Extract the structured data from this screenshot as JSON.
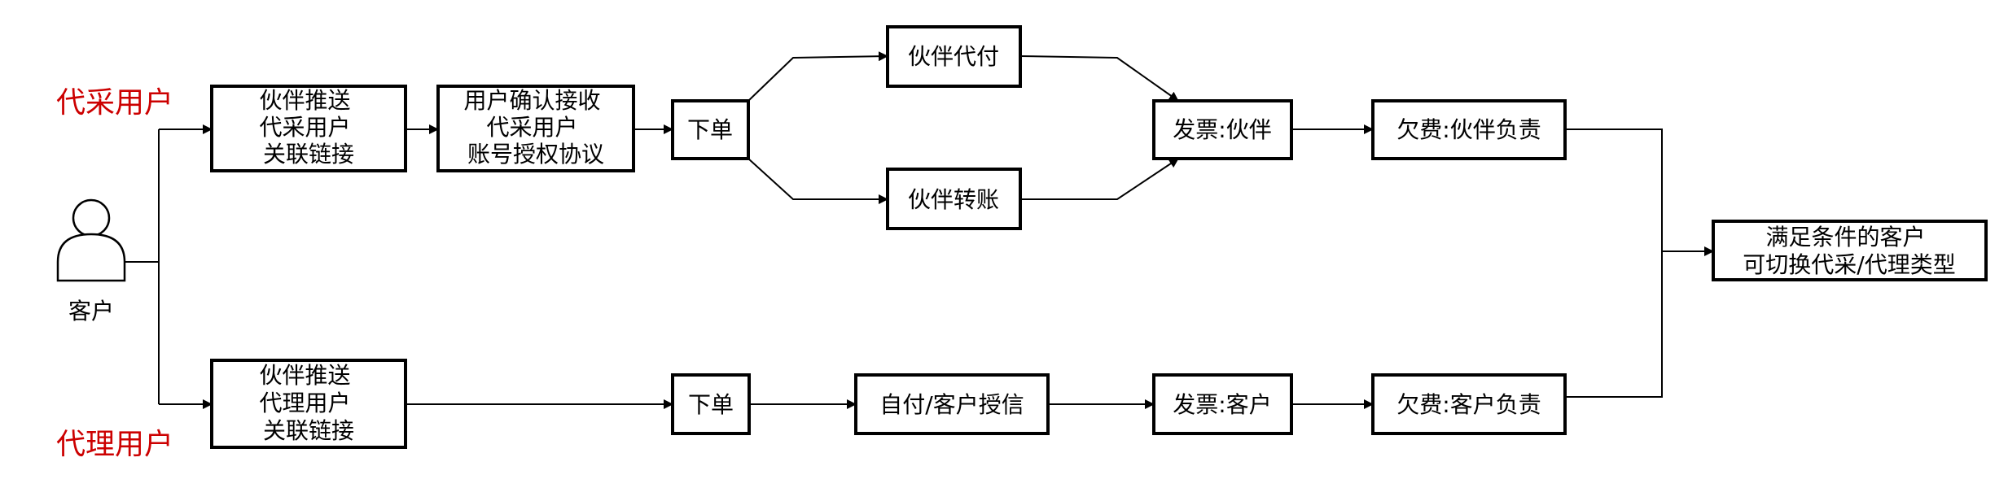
{
  "colors": {
    "accent_red": "#cc0000",
    "line": "#000000",
    "box_fill": "#ffffff"
  },
  "actor": {
    "icon": "person-icon",
    "label": "客户"
  },
  "section_titles": {
    "top": "代采用户",
    "bottom": "代理用户"
  },
  "top_flow": {
    "partner_push": [
      "伙伴推送",
      "代采用户",
      "关联链接"
    ],
    "user_confirm": [
      "用户确认接收",
      "代采用户",
      "账号授权协议"
    ],
    "place_order": "下单",
    "partner_pay": "伙伴代付",
    "partner_transfer": "伙伴转账",
    "invoice": "发票:伙伴",
    "arrears": "欠费:伙伴负责"
  },
  "bottom_flow": {
    "partner_push": [
      "伙伴推送",
      "代理用户",
      "关联链接"
    ],
    "place_order": "下单",
    "self_pay": "自付/客户授信",
    "invoice": "发票:客户",
    "arrears": "欠费:客户负责"
  },
  "result": [
    "满足条件的客户",
    "可切换代采/代理类型"
  ]
}
